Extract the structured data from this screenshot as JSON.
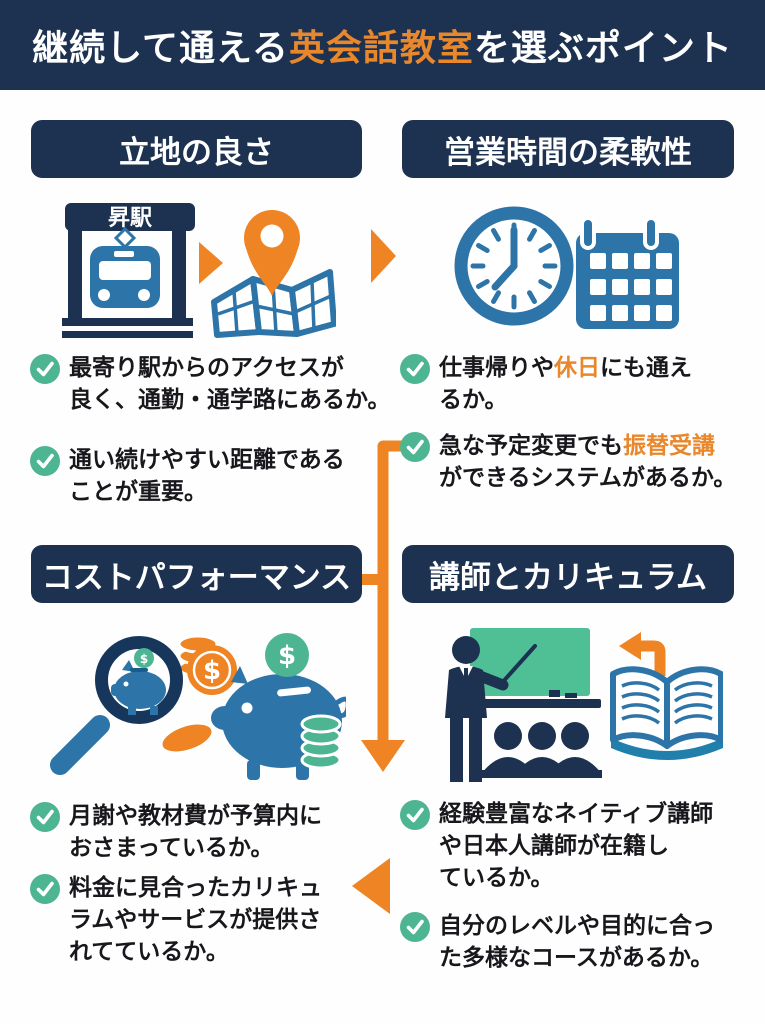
{
  "header": {
    "title_pre": "継続して通える",
    "title_highlight": "英会話教室",
    "title_post": "を選ぶポイント"
  },
  "colors": {
    "navy": "#1d3150",
    "orange": "#ee8424",
    "highlight_orange": "#e8872b",
    "green": "#4db592",
    "blue": "#2d74a8",
    "board_green": "#4fbf96"
  },
  "icons": {
    "station_sign": "昇駅",
    "dollar": "$"
  },
  "sections": [
    {
      "title": "立地の良さ",
      "bullets": [
        {
          "lines": [
            {
              "pre": "最寄り駅からのアクセスが"
            },
            {
              "pre": "良く、通勤・通学路にあるか。"
            }
          ]
        },
        {
          "lines": [
            {
              "pre": "通い続けやすい距離である"
            },
            {
              "pre": "ことが重要。"
            }
          ]
        }
      ]
    },
    {
      "title": "営業時間の柔軟性",
      "bullets": [
        {
          "lines": [
            {
              "pre": "仕事帰りや",
              "hl": "休日",
              "post": "にも通え"
            },
            {
              "pre": "るか。"
            }
          ]
        },
        {
          "lines": [
            {
              "pre": "急な予定変更でも",
              "hl": "振替受講"
            },
            {
              "pre": "ができるシステムがあるか。"
            }
          ]
        }
      ]
    },
    {
      "title": "コストパフォーマンス",
      "bullets": [
        {
          "lines": [
            {
              "pre": "月謝や教材費が予算内に"
            },
            {
              "pre": "おさまっているか。"
            }
          ]
        },
        {
          "lines": [
            {
              "pre": "料金に見合ったカリキュ"
            },
            {
              "pre": "ラムやサービスが提供さ"
            },
            {
              "pre": "れてているか。"
            }
          ]
        }
      ]
    },
    {
      "title": "講師とカリキュラム",
      "bullets": [
        {
          "lines": [
            {
              "pre": "経験豊富なネイティブ講師"
            },
            {
              "pre": "や日本人講師が在籍し"
            },
            {
              "pre": "ているか。"
            }
          ]
        },
        {
          "lines": [
            {
              "pre": "自分のレベルや目的に合っ"
            },
            {
              "pre": "た多様なコースがあるか。"
            }
          ]
        }
      ]
    }
  ]
}
